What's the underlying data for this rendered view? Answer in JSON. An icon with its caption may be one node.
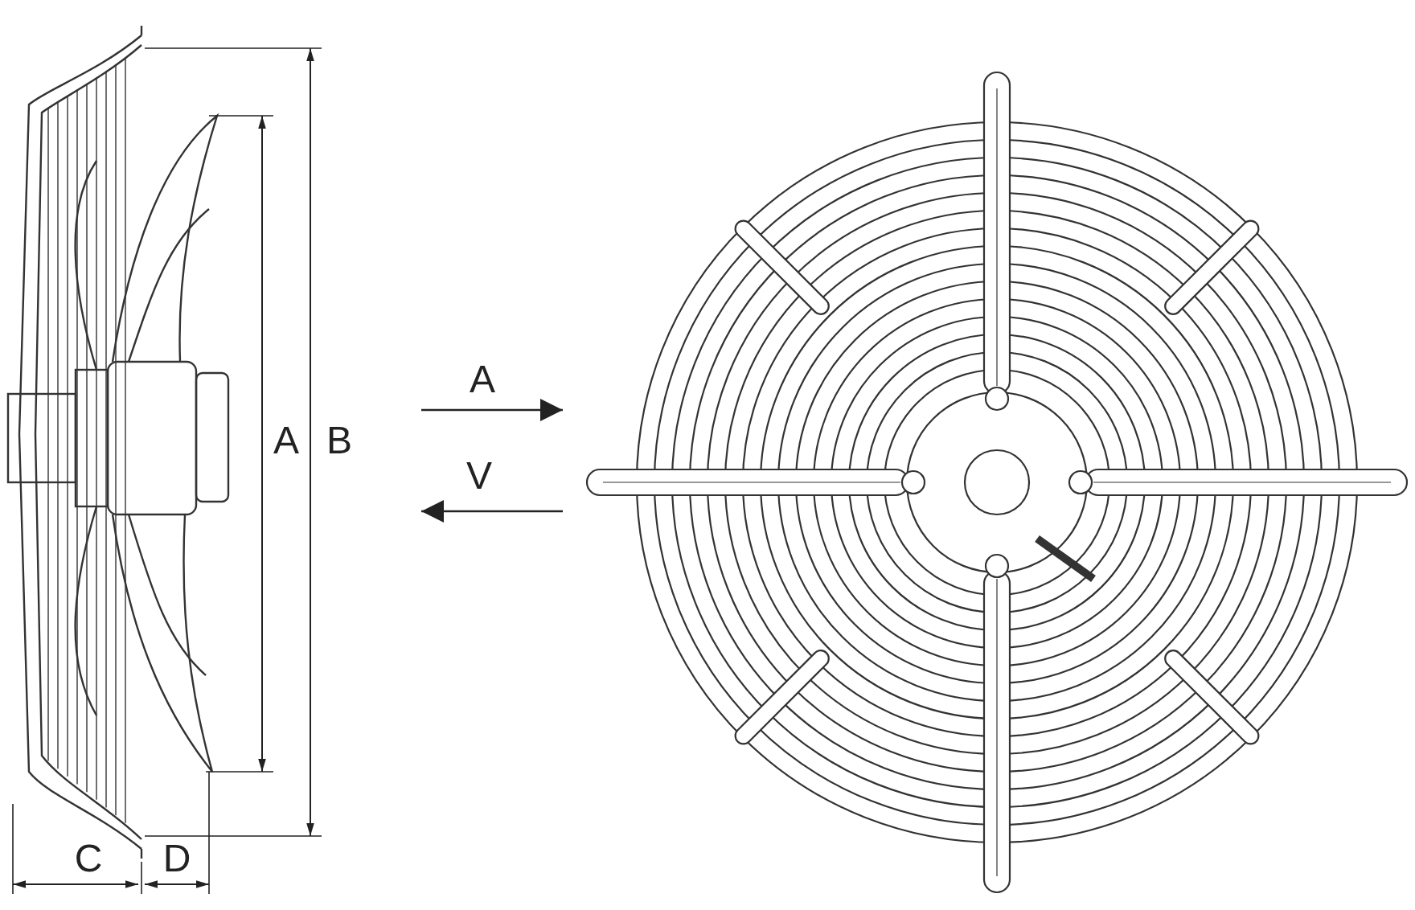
{
  "diagram": {
    "labels": [
      "A",
      "A",
      "B",
      "V",
      "C",
      "D"
    ]
  }
}
